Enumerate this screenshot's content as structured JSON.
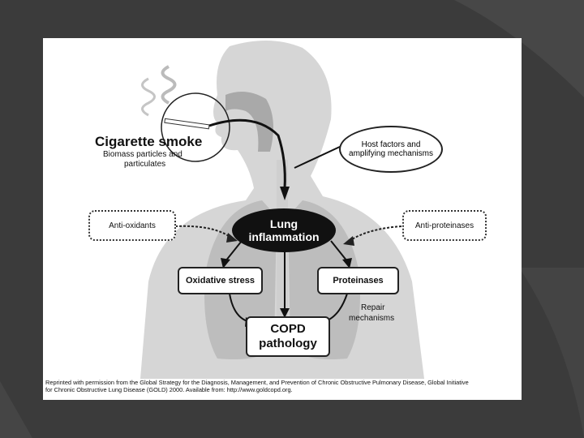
{
  "diagram": {
    "smoke_title": "Cigarette smoke",
    "smoke_sub_1": "Biomass particles and",
    "smoke_sub_2": "particulates",
    "host_1": "Host factors and",
    "host_2": "amplifying mechanisms",
    "inflammation_1": "Lung",
    "inflammation_2": "inflammation",
    "antioxidants": "Anti-oxidants",
    "antiproteinases": "Anti-proteinases",
    "oxidative_stress": "Oxidative stress",
    "proteinases": "Proteinases",
    "repair_1": "Repair",
    "repair_2": "mechanisms",
    "copd_1": "COPD",
    "copd_2": "pathology"
  },
  "caption": {
    "line1": "Reprinted with permission from the Global Strategy for the Diagnosis, Management, and Prevention of Chronic Obstructive Pulmonary Disease, Global Initiative",
    "line2": "for Chronic Obstructive Lung Disease (GOLD) 2000. Available from: http://www.goldcopd.org."
  },
  "colors": {
    "background": "#3b3b3b",
    "silhouette": "#d6d6d6",
    "lungs": "#bdbdbd",
    "inflammation_fill": "#111111"
  }
}
